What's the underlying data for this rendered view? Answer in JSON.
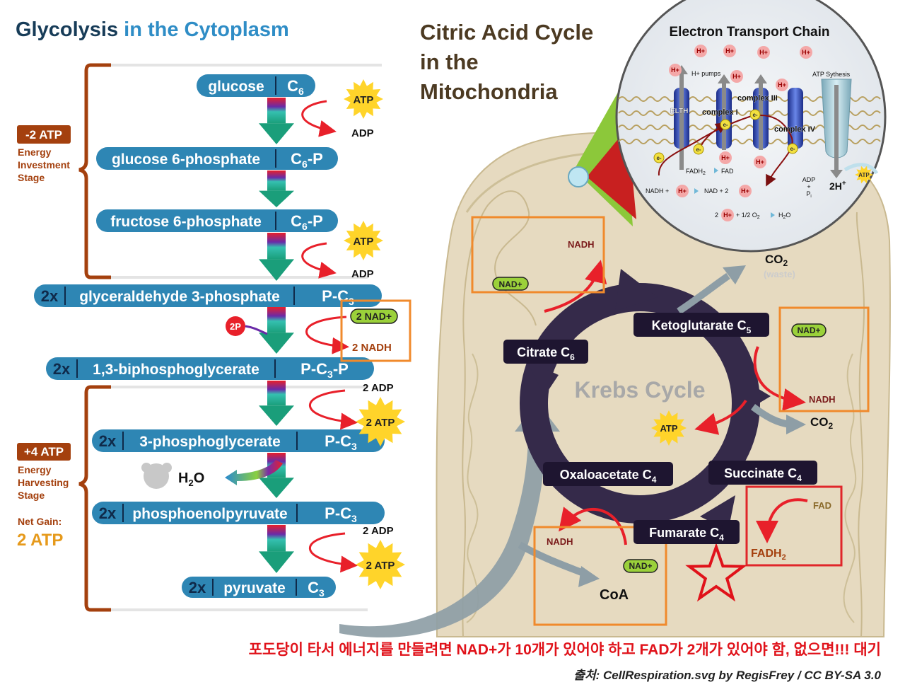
{
  "glycolysis": {
    "title_a": "Glycolysis",
    "title_b": " in the Cytoplasm",
    "molecules": [
      {
        "mult": "",
        "name": "glucose",
        "formula": "C",
        "sub": "6",
        "suffix": ""
      },
      {
        "mult": "",
        "name": "glucose 6-phosphate",
        "formula": "C",
        "sub": "6",
        "suffix": "-P"
      },
      {
        "mult": "",
        "name": "fructose 6-phosphate",
        "formula": "C",
        "sub": "6",
        "suffix": "-P"
      },
      {
        "mult": "2x",
        "name": "glyceraldehyde 3-phosphate",
        "formula": "P-C",
        "sub": "3",
        "suffix": ""
      },
      {
        "mult": "2x",
        "name": "1,3-biphosphoglycerate",
        "formula": "P-C",
        "sub": "3",
        "suffix": "-P"
      },
      {
        "mult": "2x",
        "name": "3-phosphoglycerate",
        "formula": "P-C",
        "sub": "3",
        "suffix": ""
      },
      {
        "mult": "2x",
        "name": "phosphoenolpyruvate",
        "formula": "P-C",
        "sub": "3",
        "suffix": ""
      },
      {
        "mult": "2x",
        "name": "pyruvate",
        "formula": "C",
        "sub": "3",
        "suffix": ""
      }
    ],
    "atp_label": "ATP",
    "adp_label": "ADP",
    "two_atp_label": "2 ATP",
    "two_adp_label": "2 ADP",
    "two_p_label": "2P",
    "nad_label": "2 NAD+",
    "nadh_label": "2 NADH",
    "water_label": "H",
    "water_sub": "2",
    "water_o": "O",
    "investment": {
      "badge": "-2 ATP",
      "line1": "Energy",
      "line2": "Investment",
      "line3": "Stage"
    },
    "harvesting": {
      "badge": "+4 ATP",
      "line1": "Energy",
      "line2": "Harvesting",
      "line3": "Stage"
    },
    "net_gain_label": "Net Gain:",
    "net_gain_value": "2 ATP"
  },
  "citric": {
    "title_line1": "Citric Acid Cycle",
    "title_line2": "in the",
    "title_line3": "Mitochondria",
    "cycle_label": "Krebs Cycle",
    "molecules": {
      "citrate": {
        "name": "Citrate",
        "formula": "C",
        "sub": "6"
      },
      "ketoglutarate": {
        "name": "Ketoglutarate",
        "formula": "C",
        "sub": "5"
      },
      "succinate": {
        "name": "Succinate",
        "formula": "C",
        "sub": "4"
      },
      "fumarate": {
        "name": "Fumarate",
        "formula": "C",
        "sub": "4"
      },
      "oxaloacetate": {
        "name": "Oxaloacetate",
        "formula": "C",
        "sub": "4"
      }
    },
    "nad_label": "NAD+",
    "nadh_label": "NADH",
    "co2_label": "CO",
    "co2_sub": "2",
    "waste_label": "(waste)",
    "atp_label": "ATP",
    "fad_label": "FAD",
    "fadh2_label": "FADH",
    "fadh2_sub": "2",
    "coa_label": "CoA"
  },
  "etc": {
    "title": "Electron Transport Chain",
    "h_plus": "H+",
    "h_pumps": "H+ pumps",
    "complex1": "complex I",
    "complex3": "complex III",
    "complex4": "complex IV",
    "elth": "ELTH",
    "atp_synthesis": "ATP Sythesis",
    "electron": "e-",
    "fadh2": "FADH",
    "fadh2_sub": "2",
    "fad": "FAD",
    "nadh_plus": "NADH +",
    "nad_plus_2": "NAD + 2",
    "adp": "ADP",
    "plus": "+",
    "pi": "P",
    "pi_sub": "i",
    "two_h": "2H",
    "two_h_sup": "+",
    "atp": "ATP",
    "water_eq_a": "2",
    "water_eq_b": "+ 1/2 O",
    "water_eq_b_sub": "2",
    "water_eq_c": "H",
    "water_eq_c_sub": "2",
    "water_eq_d": "O"
  },
  "footer": {
    "note": "포도당이 타서 에너지를 만들려면 NAD+가 10개가 있어야 하고 FAD가 2개가 있어야 함, 없으면!!! 대기",
    "source": "출처: CellRespiration.svg by RegisFrey / CC BY-SA 3.0"
  },
  "colors": {
    "molecule_fill": "#2e86b4",
    "dark_box": "#1e1530",
    "cycle": "#352a4a",
    "orange_box": "#f08a2c",
    "red_box": "#e0262a",
    "brace": "#a4400e",
    "atp_star": "#ffd42a",
    "nad_pill": "#9bd13a",
    "red_text": "#e0121a",
    "membrane": "#e7dcc2"
  }
}
